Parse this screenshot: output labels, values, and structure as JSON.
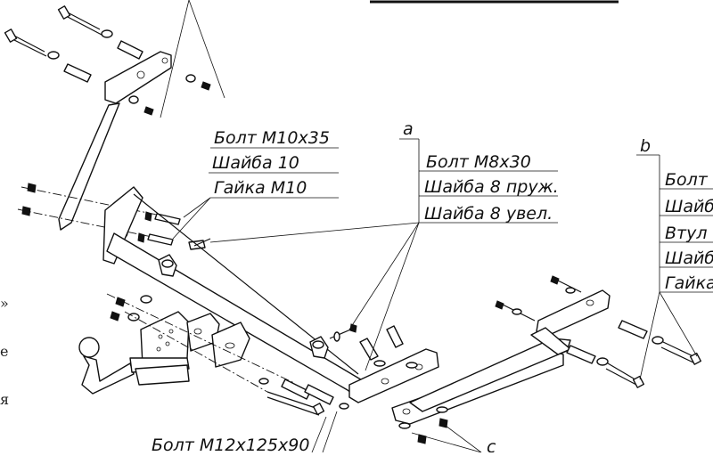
{
  "callouts": {
    "a": {
      "letter": "a",
      "lines": [
        "Болт М8х30",
        "Шайба 8 пруж.",
        "Шайба 8 увел."
      ]
    },
    "b": {
      "letter": "b",
      "lines": [
        "Болт",
        "Шайб",
        "Втул",
        "Шайб",
        "Гайка"
      ]
    },
    "m10": {
      "lines": [
        "Болт М10х35",
        "Шайба 10",
        "Гайка М10"
      ]
    },
    "m12": {
      "line": "Болт М12х125х90"
    },
    "c": {
      "letter": "c"
    }
  },
  "edge_text": [
    "»",
    "е",
    "я"
  ]
}
